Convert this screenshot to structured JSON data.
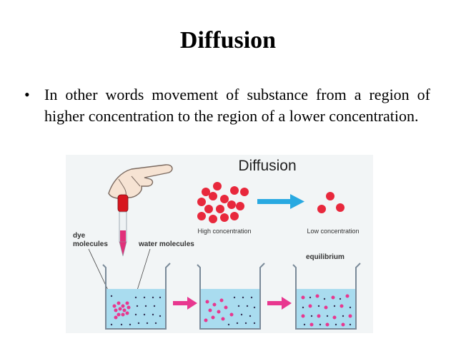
{
  "slide": {
    "title": "Diffusion",
    "bullet_symbol": "•",
    "bullet_text": "In other words movement of substance from a region of higher concentration to the region of a lower concentration."
  },
  "figure": {
    "title": "Diffusion",
    "high_label": "High concentration",
    "low_label": "Low concentration",
    "dye_label_line1": "dye",
    "dye_label_line2": "molecules",
    "water_label": "water molecules",
    "equilibrium_label": "equilibrium",
    "colors": {
      "dye": "#e8283c",
      "arrow_blue": "#29a9e1",
      "arrow_pink": "#e8378f",
      "water": "#a9dcef",
      "beaker": "#7a8a99"
    }
  }
}
